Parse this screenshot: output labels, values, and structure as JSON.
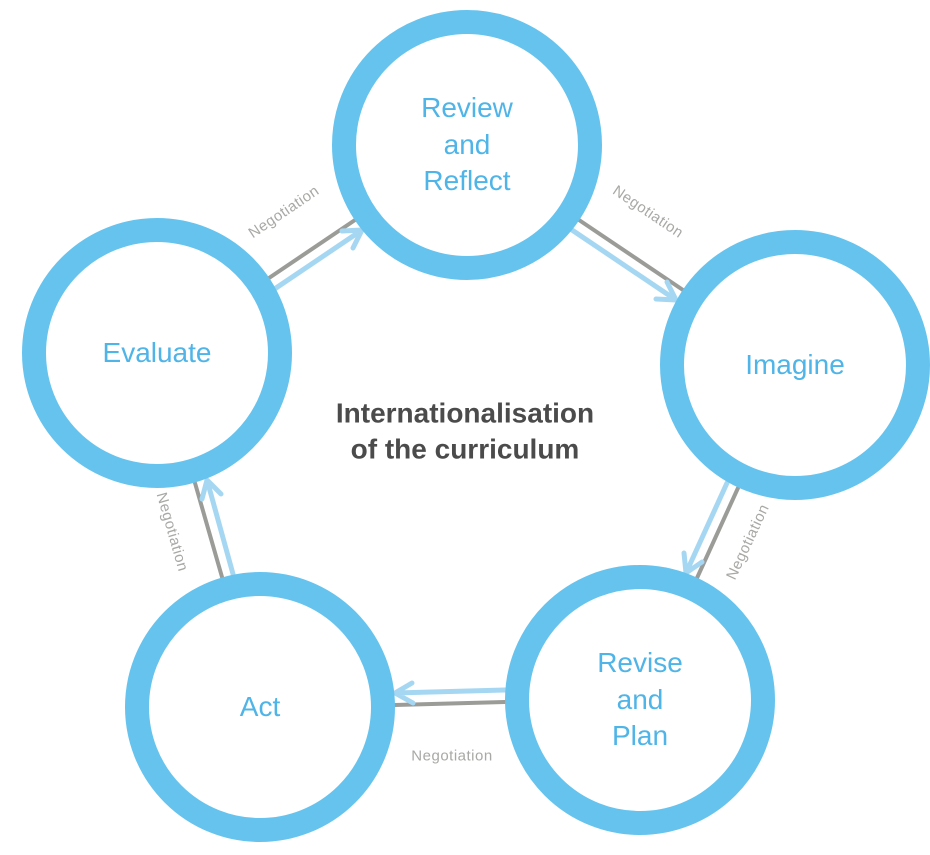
{
  "title": {
    "text": "Internationalisation\nof the curriculum"
  },
  "nodes": {
    "review": {
      "label": "Review\nand\nReflect"
    },
    "imagine": {
      "label": "Imagine"
    },
    "revise": {
      "label": "Revise\nand\nPlan"
    },
    "act": {
      "label": "Act"
    },
    "evaluate": {
      "label": "Evaluate"
    }
  },
  "edges": [
    {
      "from": "Evaluate",
      "to": "Review and Reflect",
      "label": "Negotiation"
    },
    {
      "from": "Review and Reflect",
      "to": "Imagine",
      "label": "Negotiation"
    },
    {
      "from": "Imagine",
      "to": "Revise and Plan",
      "label": "Negotiation"
    },
    {
      "from": "Revise and Plan",
      "to": "Act",
      "label": "Negotiation"
    },
    {
      "from": "Act",
      "to": "Evaluate",
      "label": "Negotiation"
    }
  ],
  "colors": {
    "ring": "#66c3ee",
    "node_label": "#4fb4e7",
    "center_text": "#4b4b4b",
    "connector": "#9b9b98",
    "arrow": "#a6d7f2",
    "edge_label": "#a8a8a5"
  }
}
